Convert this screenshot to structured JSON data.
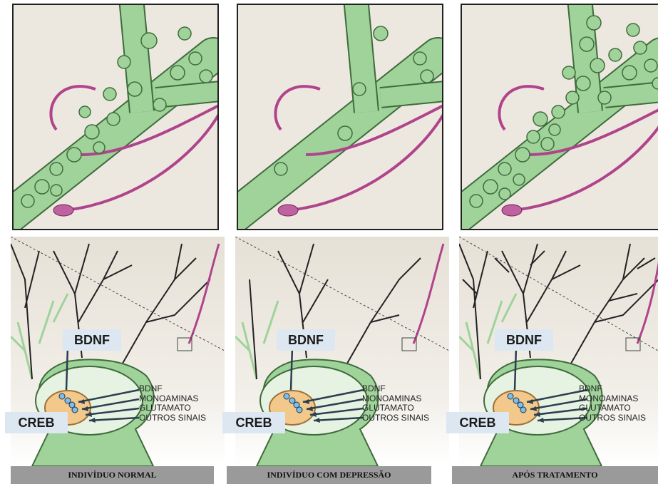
{
  "panels": [
    {
      "caption": "INDIVÍDUO NORMAL",
      "bdnf": "BDNF",
      "creb": "CREB",
      "signals": [
        "BDNF",
        "MONOAMINAS",
        "GLUTAMATO",
        "OUTROS SINAIS"
      ],
      "spine_density": "normal"
    },
    {
      "caption": "INDIVÍDUO COM DEPRESSÃO",
      "bdnf": "BDNF",
      "creb": "CREB",
      "signals": [
        "BDNF",
        "MONOAMINAS",
        "GLUTAMATO",
        "OUTROS SINAIS"
      ],
      "spine_density": "reduced"
    },
    {
      "caption": "APÓS TRATAMENTO",
      "bdnf": "BDNF",
      "creb": "CREB",
      "signals": [
        "BDNF",
        "MONOAMINAS",
        "GLUTAMATO",
        "OUTROS SINAIS"
      ],
      "spine_density": "increased"
    }
  ],
  "colors": {
    "dendrite": "#9fd39a",
    "dendrite_outline": "#3f6b3c",
    "axon": "#b0448c",
    "background": "#ede8df",
    "label_box": "#dce7f2",
    "caption_bar": "#9a9a9a"
  }
}
